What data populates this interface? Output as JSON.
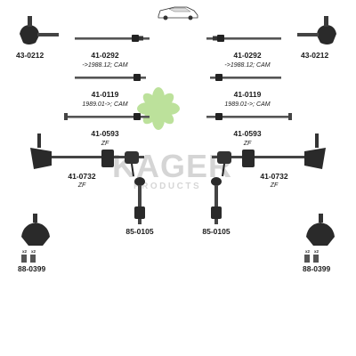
{
  "brand": {
    "logo_text": "KAGER",
    "logo_subtext": "PRODUCTS",
    "leaf_color": "#7cc43a"
  },
  "parts": {
    "ball_joint_left_top": {
      "number": "43-0212"
    },
    "ball_joint_right_top": {
      "number": "43-0212"
    },
    "tie_rod_left_1": {
      "number": "41-0292",
      "note": "->1988.12; CAM"
    },
    "tie_rod_right_1": {
      "number": "41-0292",
      "note": "->1988.12; CAM"
    },
    "tie_rod_left_2": {
      "number": "41-0119",
      "note": "1989.01->; CAM"
    },
    "tie_rod_right_2": {
      "number": "41-0119",
      "note": "1989.01->; CAM"
    },
    "tie_rod_left_3": {
      "number": "41-0593",
      "note": "ZF"
    },
    "tie_rod_right_3": {
      "number": "41-0593",
      "note": "ZF"
    },
    "track_rod_left": {
      "number": "41-0732",
      "note": "ZF"
    },
    "track_rod_right": {
      "number": "41-0732",
      "note": "ZF"
    },
    "stabilizer_link_left": {
      "number": "85-0105"
    },
    "stabilizer_link_right": {
      "number": "85-0105"
    },
    "lower_ball_joint_left": {
      "number": "88-0399",
      "qty_labels": [
        "x2",
        "x2"
      ]
    },
    "lower_ball_joint_right": {
      "number": "88-0399",
      "qty_labels": [
        "x2",
        "x2"
      ]
    }
  },
  "icons": {
    "vehicle": "car-icon"
  }
}
